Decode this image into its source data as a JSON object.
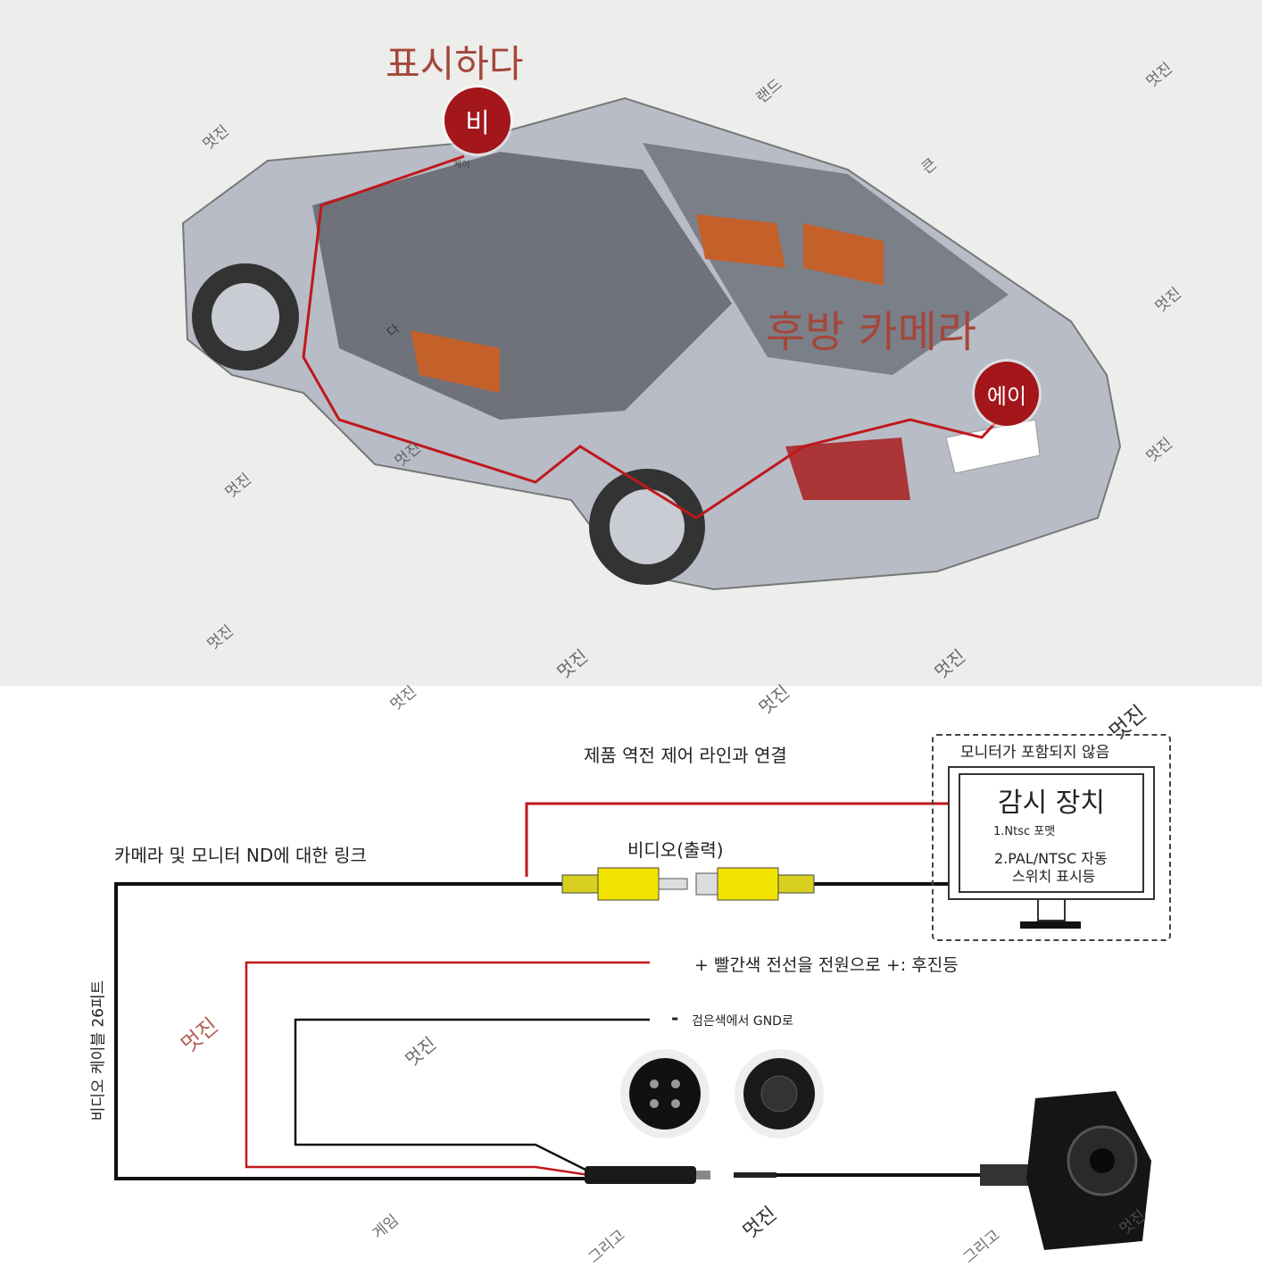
{
  "car_section": {
    "display_label": "표시하다",
    "marker_b": "비",
    "marker_b_sub": "케이",
    "rear_camera_label": "후방 카메라",
    "marker_a": "에이",
    "point_c": "다"
  },
  "wiring": {
    "reverse_line_label": "제품 역전 제어 라인과 연결",
    "link_label": "카메라 및 모니터 ND에 대한 링크",
    "video_out_label": "비디오(출력)",
    "cable_label": "비디오 케이블 26피트",
    "red_wire_label": "+ 빨간색 전선을 전원으로 +: 후진등",
    "black_wire_label": "검은색에서 GND로",
    "black_wire_sign": "-"
  },
  "monitor": {
    "not_included": "모니터가 포함되지 않음",
    "title": "감시 장치",
    "feature_1": "1.Ntsc 포맷",
    "feature_2a": "2.PAL/NTSC 자동",
    "feature_2b": "스위치 표시등"
  },
  "colors": {
    "wire_red": "#c0171c",
    "badge": "#a3161a",
    "label": "#a4473b",
    "rca_yellow": "#f2e300"
  },
  "watermarks": [
    "멋진",
    "랜드",
    "큰",
    "멋진",
    "멋진",
    "멋진",
    "멋진",
    "멋진",
    "멋진",
    "멋진",
    "멋진",
    "멋진",
    "멋진",
    "멋진",
    "멋진",
    "멋진",
    "게임",
    "그리고",
    "멋진",
    "그리고",
    "멋진"
  ]
}
